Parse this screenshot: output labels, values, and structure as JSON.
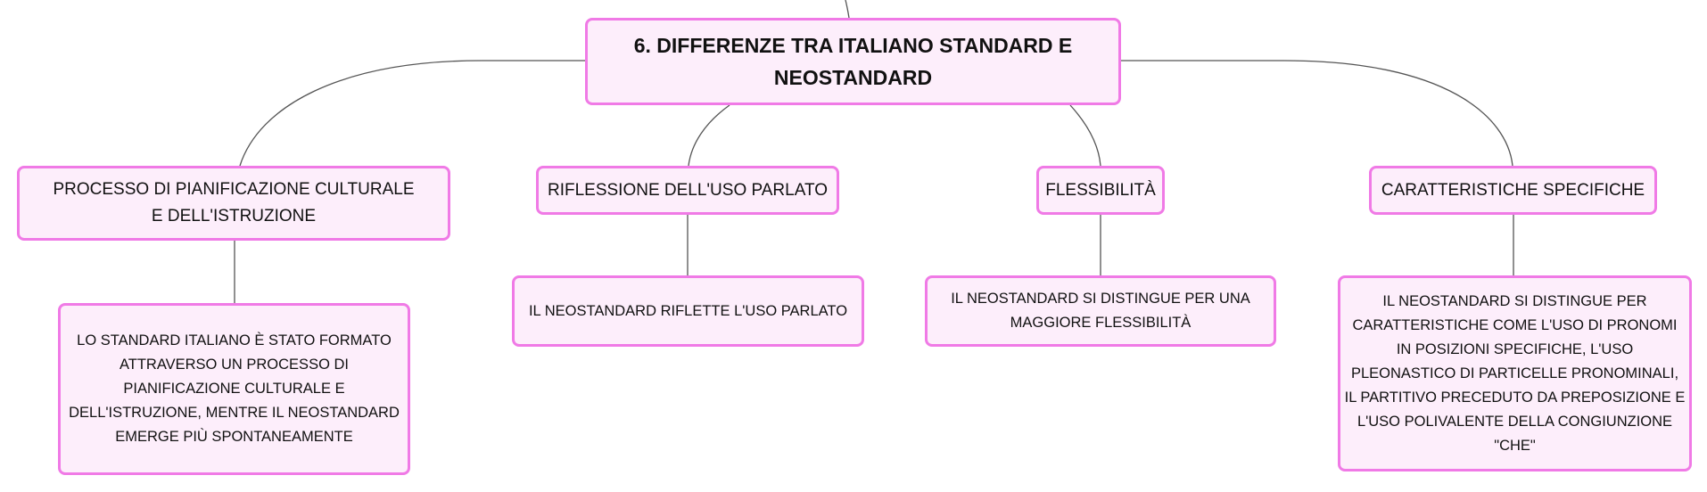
{
  "colors": {
    "node_fill": "#fdeefb",
    "node_border": "#f07ae6",
    "connector": "#555555",
    "text": "#111111"
  },
  "root": {
    "label": "6. DIFFERENZE TRA ITALIANO STANDARD E NEOSTANDARD"
  },
  "branches": [
    {
      "label": "PROCESSO DI PIANIFICAZIONE CULTURALE E DELL'ISTRUZIONE",
      "detail": "LO STANDARD ITALIANO È STATO FORMATO ATTRAVERSO UN PROCESSO DI PIANIFICAZIONE CULTURALE E DELL'ISTRUZIONE, MENTRE IL NEOSTANDARD EMERGE PIÙ SPONTANEAMENTE"
    },
    {
      "label": "RIFLESSIONE DELL'USO PARLATO",
      "detail": "IL NEOSTANDARD RIFLETTE L'USO PARLATO"
    },
    {
      "label": "FLESSIBILITÀ",
      "detail": "IL NEOSTANDARD SI DISTINGUE PER UNA MAGGIORE FLESSIBILITÀ"
    },
    {
      "label": "CARATTERISTICHE SPECIFICHE",
      "detail": "IL NEOSTANDARD SI DISTINGUE PER CARATTERISTICHE COME L'USO DI PRONOMI IN POSIZIONI SPECIFICHE, L'USO PLEONASTICO DI PARTICELLE PRONOMINALI, IL PARTITIVO PRECEDUTO DA PREPOSIZIONE E L'USO POLIVALENTE DELLA CONGIUNZIONE \"CHE\""
    }
  ]
}
